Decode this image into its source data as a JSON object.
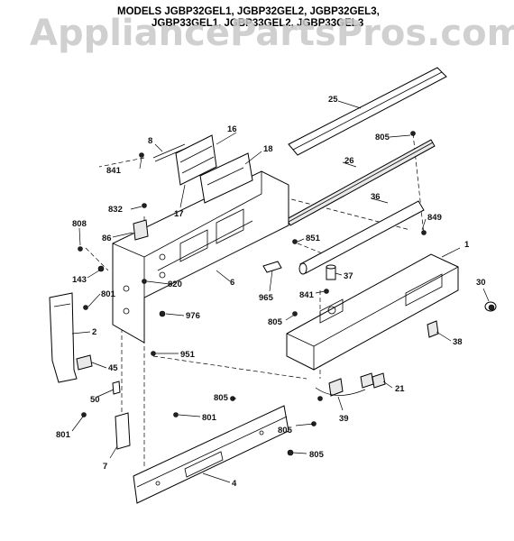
{
  "title_line1": "MODELS JGBP32GEL1, JGBP32GEL2, JGBP32GEL3,",
  "title_line2": "JGBP33GEL1, JGBP33GEL2, JGBP33GEL3",
  "watermark": "AppliancePartsPros.com",
  "labels": {
    "p25": "25",
    "p16": "16",
    "p8": "8",
    "p805a": "805",
    "p18": "18",
    "p841a": "841",
    "p26": "26",
    "p17": "17",
    "p832": "832",
    "p36": "36",
    "p849": "849",
    "p808": "808",
    "p86": "86",
    "p851": "851",
    "p1a": "1",
    "p143": "143",
    "p37": "37",
    "p820": "820",
    "p6": "6",
    "p965": "965",
    "p841b": "841",
    "p30": "30",
    "p801a": "801",
    "p805b": "805",
    "p976": "976",
    "p2": "2",
    "p38": "38",
    "p951": "951",
    "p45": "45",
    "p21": "21",
    "p50": "50",
    "p805c": "805",
    "p801b": "801",
    "p39": "39",
    "p801c": "801",
    "p805d": "805",
    "p805e": "805",
    "p7": "7",
    "p4": "4"
  }
}
